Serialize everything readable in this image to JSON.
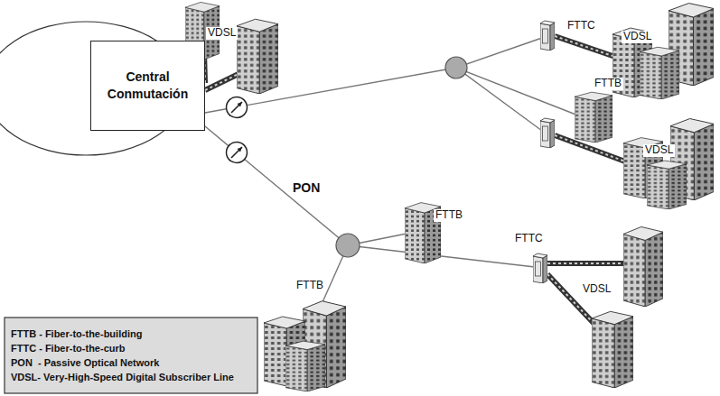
{
  "diagram": {
    "nodes": [
      {
        "text": [
          "Central Conmutación"
        ]
      }
    ],
    "labels": [
      "VDSL",
      "FTTC",
      "VDSL",
      "FTTB",
      "VDSL",
      "PON",
      "FTTB",
      "FTTC",
      "FTTB",
      "VDSL"
    ],
    "legend": [
      {
        "text": "FTTB - Fiber-to-the-building"
      },
      {
        "text": "FTTC - Fiber-to-the-curb"
      },
      {
        "text": "PON  - Passive Optical Network"
      },
      {
        "text": "VDSL- Very-High-Speed Digital Subscriber Line"
      }
    ]
  }
}
